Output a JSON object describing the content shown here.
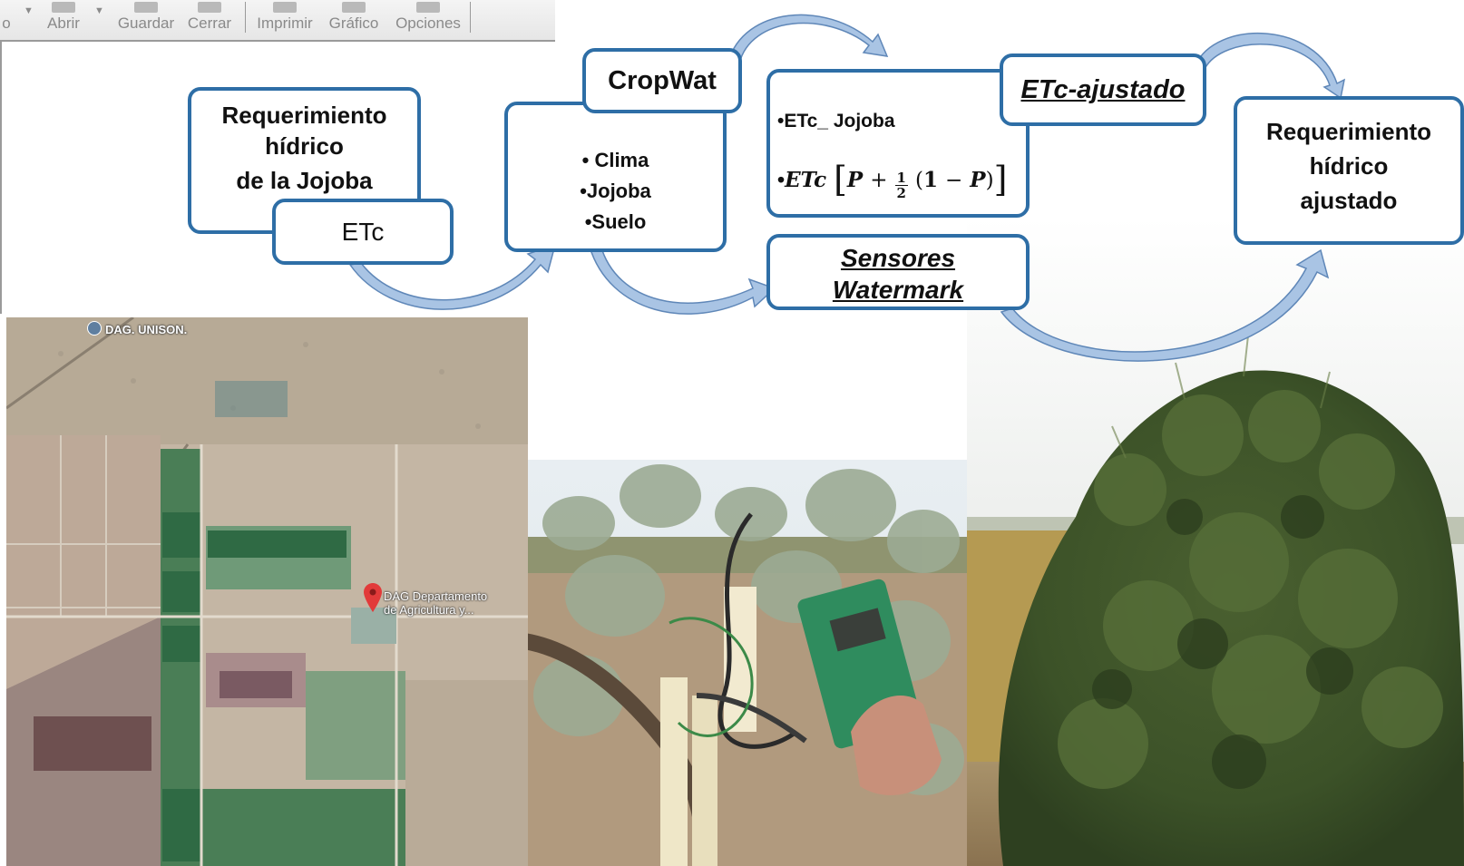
{
  "toolbar": {
    "buttons": [
      "o",
      "Abrir",
      "Guardar",
      "Cerrar",
      "Imprimir",
      "Gráfico",
      "Opciones"
    ]
  },
  "diagram": {
    "req_jojoba": [
      "Requerimiento",
      "hídrico",
      "de la Jojoba"
    ],
    "etc": "ETc",
    "cropwat": "CropWat",
    "inputs": [
      "• Clima",
      "•Jojoba",
      "•Suelo"
    ],
    "etc_jojoba": "•ETc_ Jojoba",
    "formula": {
      "bullet": "•",
      "etc": "ETc",
      "p": "P",
      "plus": "+",
      "num": "1",
      "den": "2",
      "open_paren": "(",
      "one": "1",
      "minus": "−",
      "p2": "P",
      "close_paren": ")"
    },
    "etc_ajustado": "ETc-ajustado",
    "sensores": [
      "Sensores",
      "Watermark"
    ],
    "req_ajustado": [
      "Requerimiento",
      "hídrico",
      "ajustado"
    ]
  },
  "map": {
    "label_unison": "DAG. UNISON.",
    "label_dag": [
      "DAG Departamento",
      "de Agricultura y..."
    ]
  },
  "colors": {
    "box_border": "#2e6ea6",
    "arrow_fill": "#a9c4e4",
    "arrow_stroke": "#5f87b8",
    "pin": "#e23a3a"
  }
}
